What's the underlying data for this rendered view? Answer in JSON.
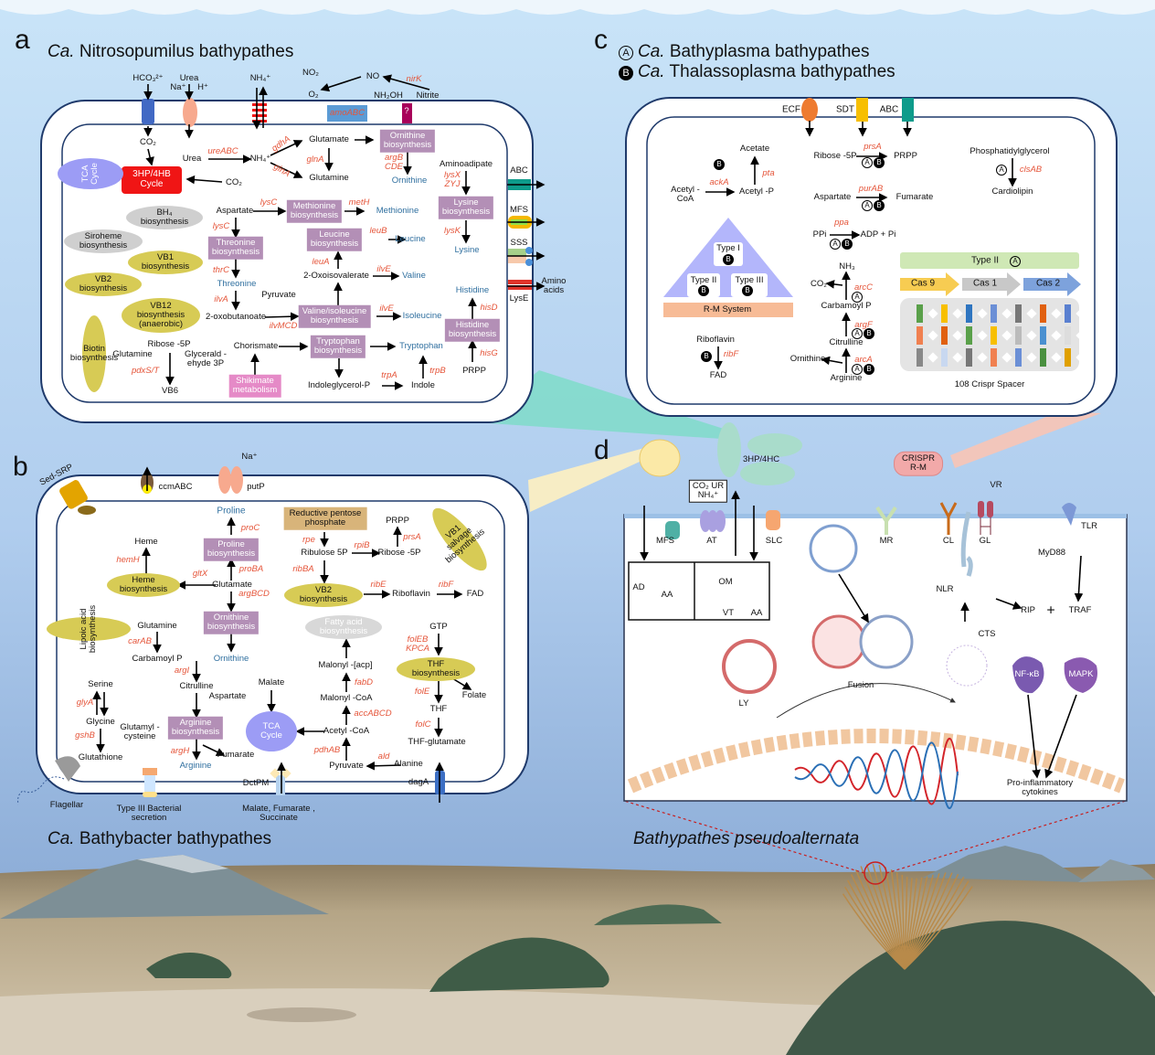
{
  "colors": {
    "gene": "#e5553a",
    "product": "#2f6f9f",
    "pathway_box": "#b38fb6",
    "vitamin_ellipse": "#d7cb55",
    "membrane": "#1f3a6b",
    "tca": "#9c9cf5"
  },
  "panel_a": {
    "label": "a",
    "title_ca": "Ca.",
    "title": "Nitrosopumilus bathypathes",
    "hco3": "HCO₃²⁺",
    "urea_in": "Urea",
    "na": "Na⁺",
    "h": "H⁺",
    "nh4_in": "NH₄⁺",
    "no2": "NO₂",
    "no": "NO",
    "nirK": "nirK",
    "o2": "O₂",
    "nh2oh": "NH₂OH",
    "nitrite": "Nitrite",
    "amoABC": "amoABC",
    "unknown": "?",
    "co2_a": "CO₂",
    "cycle": "3HP/4HB\nCycle",
    "tca": "TCA Cycle",
    "urea": "Urea",
    "ureABC": "ureABC",
    "nh4": "NH₄⁺",
    "co2_b": "CO₂",
    "gdhA": "gdhA",
    "glnA_1": "glnA",
    "glnA_2": "glnA",
    "glutamate": "Glutamate",
    "glutamine": "Glutamine",
    "orn_bio": "Ornithine\nbiosynthesis",
    "argBCDE": "argB\nCDE",
    "ornithine": "Ornithine",
    "aminoadipate": "Aminoadipate",
    "lysXZYJ": "lysX\nZYJ",
    "lys_bio": "Lysine\nbiosynthesis",
    "lysK": "lysK",
    "lysine": "Lysine",
    "abc": "ABC",
    "mfs": "MFS",
    "sss": "SSS",
    "lyse": "LysE",
    "amino_acids": "Amino\nacids",
    "bh4": "BH₄\nbiosynthesis",
    "siroheme": "Siroheme\nbiosynthesis",
    "vb1": "VB1\nbiosynthesis",
    "vb2": "VB2\nbiosynthesis",
    "vb12": "VB12\nbiosynthesis\n(anaerobic)",
    "biotin": "Biotin\nbiosynthesis",
    "aspartate": "Aspartate",
    "lysC_1": "lysC",
    "met_bio": "Methionine\nbiosynthesis",
    "metH": "metH",
    "methionine": "Methionine",
    "lysC_2": "lysC",
    "thr_bio": "Threonine\nbiosynthesis",
    "thrC": "thrC",
    "threonine": "Threonine",
    "ilvA": "ilvA",
    "oxobutanoate": "2-oxobutanoate",
    "leu_bio": "Leucine\nbiosynthesis",
    "leuB": "leuB",
    "leucine": "Leucine",
    "leuA": "leuA",
    "oxoisovalerate": "2-Oxoisovalerate",
    "ilvE_1": "ilvE",
    "valine": "Valine",
    "pyruvate": "Pyruvate",
    "valile_bio": "Valine/isoleucine\nbiosynthesis",
    "ilvMCD": "ilvMCD",
    "ilvE_2": "ilvE",
    "isoleucine": "Isoleucine",
    "histidine": "Histidine",
    "hisD": "hisD",
    "his_bio": "Histidine\nbiosynthesis",
    "hisG": "hisG",
    "prpp": "PRPP",
    "chorismate": "Chorismate",
    "trp_bio": "Tryptophan\nbiosynthesis",
    "tryptophan": "Tryptophan",
    "shikimate": "Shikimate\nmetabolism",
    "indoleglycerol": "Indoleglycerol-P",
    "trpA": "trpA",
    "indole": "Indole",
    "trpB": "trpB",
    "ribose5p": "Ribose -5P",
    "glutamine_b": "Glutamine",
    "glyceraldehyde": "Glycerald -\nehyde 3P",
    "pdxST": "pdxS/T",
    "vb6": "VB6"
  },
  "panel_b": {
    "label": "b",
    "title_ca": "Ca.",
    "title": "Bathybacter bathypathes",
    "sedsrp": "Sed-SRP",
    "ccmABC": "ccmABC",
    "na": "Na⁺",
    "putP": "putP",
    "proline": "Proline",
    "proC": "proC",
    "pro_bio": "Proline\nbiosynthesis",
    "proBA": "proBA",
    "heme": "Heme",
    "hemH": "hemH",
    "heme_bio": "Heme\nbiosynthesis",
    "gltX": "gltX",
    "glutamate": "Glutamate",
    "argBCD": "argBCD",
    "orn_bio": "Ornithine\nbiosynthesis",
    "ornithine": "Ornithine",
    "lipoic": "Lipoic acid\nbiosynthesis",
    "glutamine": "Glutamine",
    "carAB": "carAB",
    "carbamoyl": "Carbamoyl P",
    "argI": "argI",
    "citrulline": "Citrulline",
    "aspartate": "Aspartate",
    "arg_bio": "Arginine\nbiosynthesis",
    "argH": "argH",
    "fumarate": "Fumarate",
    "arginine": "Arginine",
    "serine": "Serine",
    "glyA": "glyA",
    "glycine": "Glycine",
    "glutamylcys": "Glutamyl -\ncysteine",
    "gshB": "gshB",
    "glutathione": "Glutathione",
    "rpp": "Reductive pentose\nphosphate",
    "prpp": "PRPP",
    "rpe": "rpe",
    "rpiB": "rpiB",
    "ribulose": "Ribulose 5P",
    "ribose": "Ribose -5P",
    "prsA": "prsA",
    "ribBA": "ribBA",
    "vb2": "VB2\nbiosynthesis",
    "ribE": "ribE",
    "riboflavin": "Riboflavin",
    "ribF": "ribF",
    "fad": "FAD",
    "vb1": "VB1 salvage\nbiosynthesis",
    "fatty": "Fatty acid\nbiosynthesis",
    "malonyl_acp": "Malonyl -[acp]",
    "fabD": "fabD",
    "malonyl_coa": "Malonyl -CoA",
    "accABCD": "accABCD",
    "acetyl_coa": "Acetyl -CoA",
    "pdhAB": "pdhAB",
    "pyruvate": "Pyruvate",
    "ald": "ald",
    "alanine": "Alanine",
    "malate": "Malate",
    "tca": "TCA\nCycle",
    "gtp": "GTP",
    "folEB": "folEB\nKPCA",
    "thf_bio": "THF\nbiosynthesis",
    "folE": "folE",
    "folate": "Folate",
    "thf": "THF",
    "folC": "folC",
    "thf_glu": "THF-glutamate",
    "flagellar": "Flagellar",
    "type3": "Type III Bacterial\nsecretion",
    "dctpm": "DctPM",
    "mfs_sub": "Malate, Fumarate ,\nSuccinate",
    "dagA": "dagA"
  },
  "panel_c": {
    "label": "c",
    "a_badge": "A",
    "a_title_ca": "Ca.",
    "a_title": "Bathyplasma bathypathes",
    "b_badge": "B",
    "b_title_ca": "Ca.",
    "b_title": "Thalassoplasma bathypathes",
    "ecf": "ECF",
    "sdt": "SDT",
    "abc": "ABC",
    "acetate": "Acetate",
    "b1": "B",
    "pta": "pta",
    "acetylcoa": "Acetyl -\nCoA",
    "ackA": "ackA",
    "acetylp": "Acetyl -P",
    "ribose": "Ribose -5P",
    "prsA": "prsA",
    "a2": "A",
    "b2": "B",
    "prpp": "PRPP",
    "aspartate": "Aspartate",
    "purAB": "purAB",
    "a3": "A",
    "b3": "B",
    "fumarate": "Fumarate",
    "ppi": "PPi",
    "ppa": "ppa",
    "a4": "A",
    "b4": "B",
    "adp": "ADP + Pi",
    "pg": "Phosphatidylglycerol",
    "a5": "A",
    "clsAB": "clsAB",
    "cardiolipin": "Cardiolipin",
    "type1": "Type I",
    "b6": "B",
    "type2": "Type II",
    "b7": "B",
    "type3": "Type III",
    "b8": "B",
    "rm": "R-M System",
    "riboflavin": "Riboflavin",
    "b9": "B",
    "ribF": "ribF",
    "fad": "FAD",
    "nh3": "NH₃",
    "co2": "CO₂",
    "arcC": "arcC",
    "a10": "A",
    "carbamoyl": "Carbamoyl P",
    "argF": "argF",
    "a11": "A",
    "b11": "B",
    "citrulline": "Citrulline",
    "ornithine": "Ornithine",
    "arcA": "arcA",
    "a12": "A",
    "b12": "B",
    "arginine": "Arginine",
    "crispr_type": "Type II",
    "a13": "A",
    "cas9": "Cas 9",
    "cas1": "Cas 1",
    "cas2": "Cas 2",
    "spacer": "108 Crispr Spacer"
  },
  "panel_d": {
    "label": "d",
    "host": "Bathypathes pseudoalternata",
    "hp": "3HP/4HC",
    "co2box": "CO₂ UR\nNH₄⁺",
    "crispr": "CRISPR\nR-M",
    "vr": "VR",
    "mfs": "MFS",
    "at": "AT",
    "slc": "SLC",
    "mr": "MR",
    "cl": "CL",
    "gl": "GL",
    "tlr": "TLR",
    "myd88": "MyD88",
    "ad": "AD",
    "aa1": "AA",
    "om": "OM",
    "vt": "VT",
    "aa2": "AA",
    "nlr": "NLR",
    "rip": "RIP",
    "plus": "+",
    "traf": "TRAF",
    "cts": "CTS",
    "nfkb": "NF-κB",
    "mapk": "MAPK",
    "ly": "LY",
    "fusion": "Fusion",
    "cytokines": "Pro-inflammatory\ncytokines"
  }
}
